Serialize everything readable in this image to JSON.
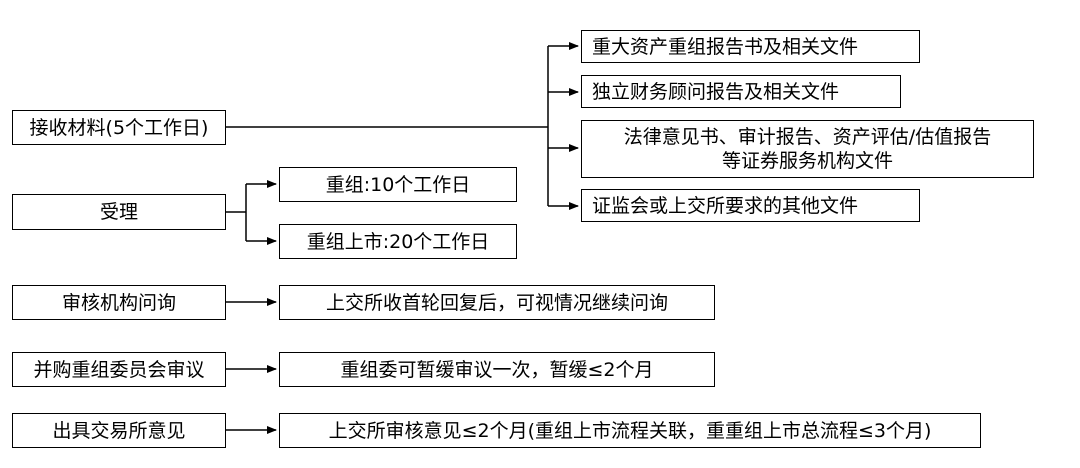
{
  "nodes": {
    "receive": "接收材料(5个工作日)",
    "doc1": "重大资产重组报告书及相关文件",
    "doc2": "独立财务顾问报告及相关文件",
    "doc3_line1": "法律意见书、审计报告、资产评估/估值报告",
    "doc3_line2": "等证券服务机构文件",
    "doc4": "证监会或上交所要求的其他文件",
    "accept": "受理",
    "accept_reorg": "重组:10个工作日",
    "accept_listing": "重组上市:20个工作日",
    "inquiry": "审核机构问询",
    "inquiry_note": "上交所收首轮回复后，可视情况继续问询",
    "committee": "并购重组委员会审议",
    "committee_note": "重组委可暂缓审议一次，暂缓≤2个月",
    "opinion": "出具交易所意见",
    "opinion_note": "上交所审核意见≤2个月(重组上市流程关联，重重组上市总流程≤3个月)"
  }
}
